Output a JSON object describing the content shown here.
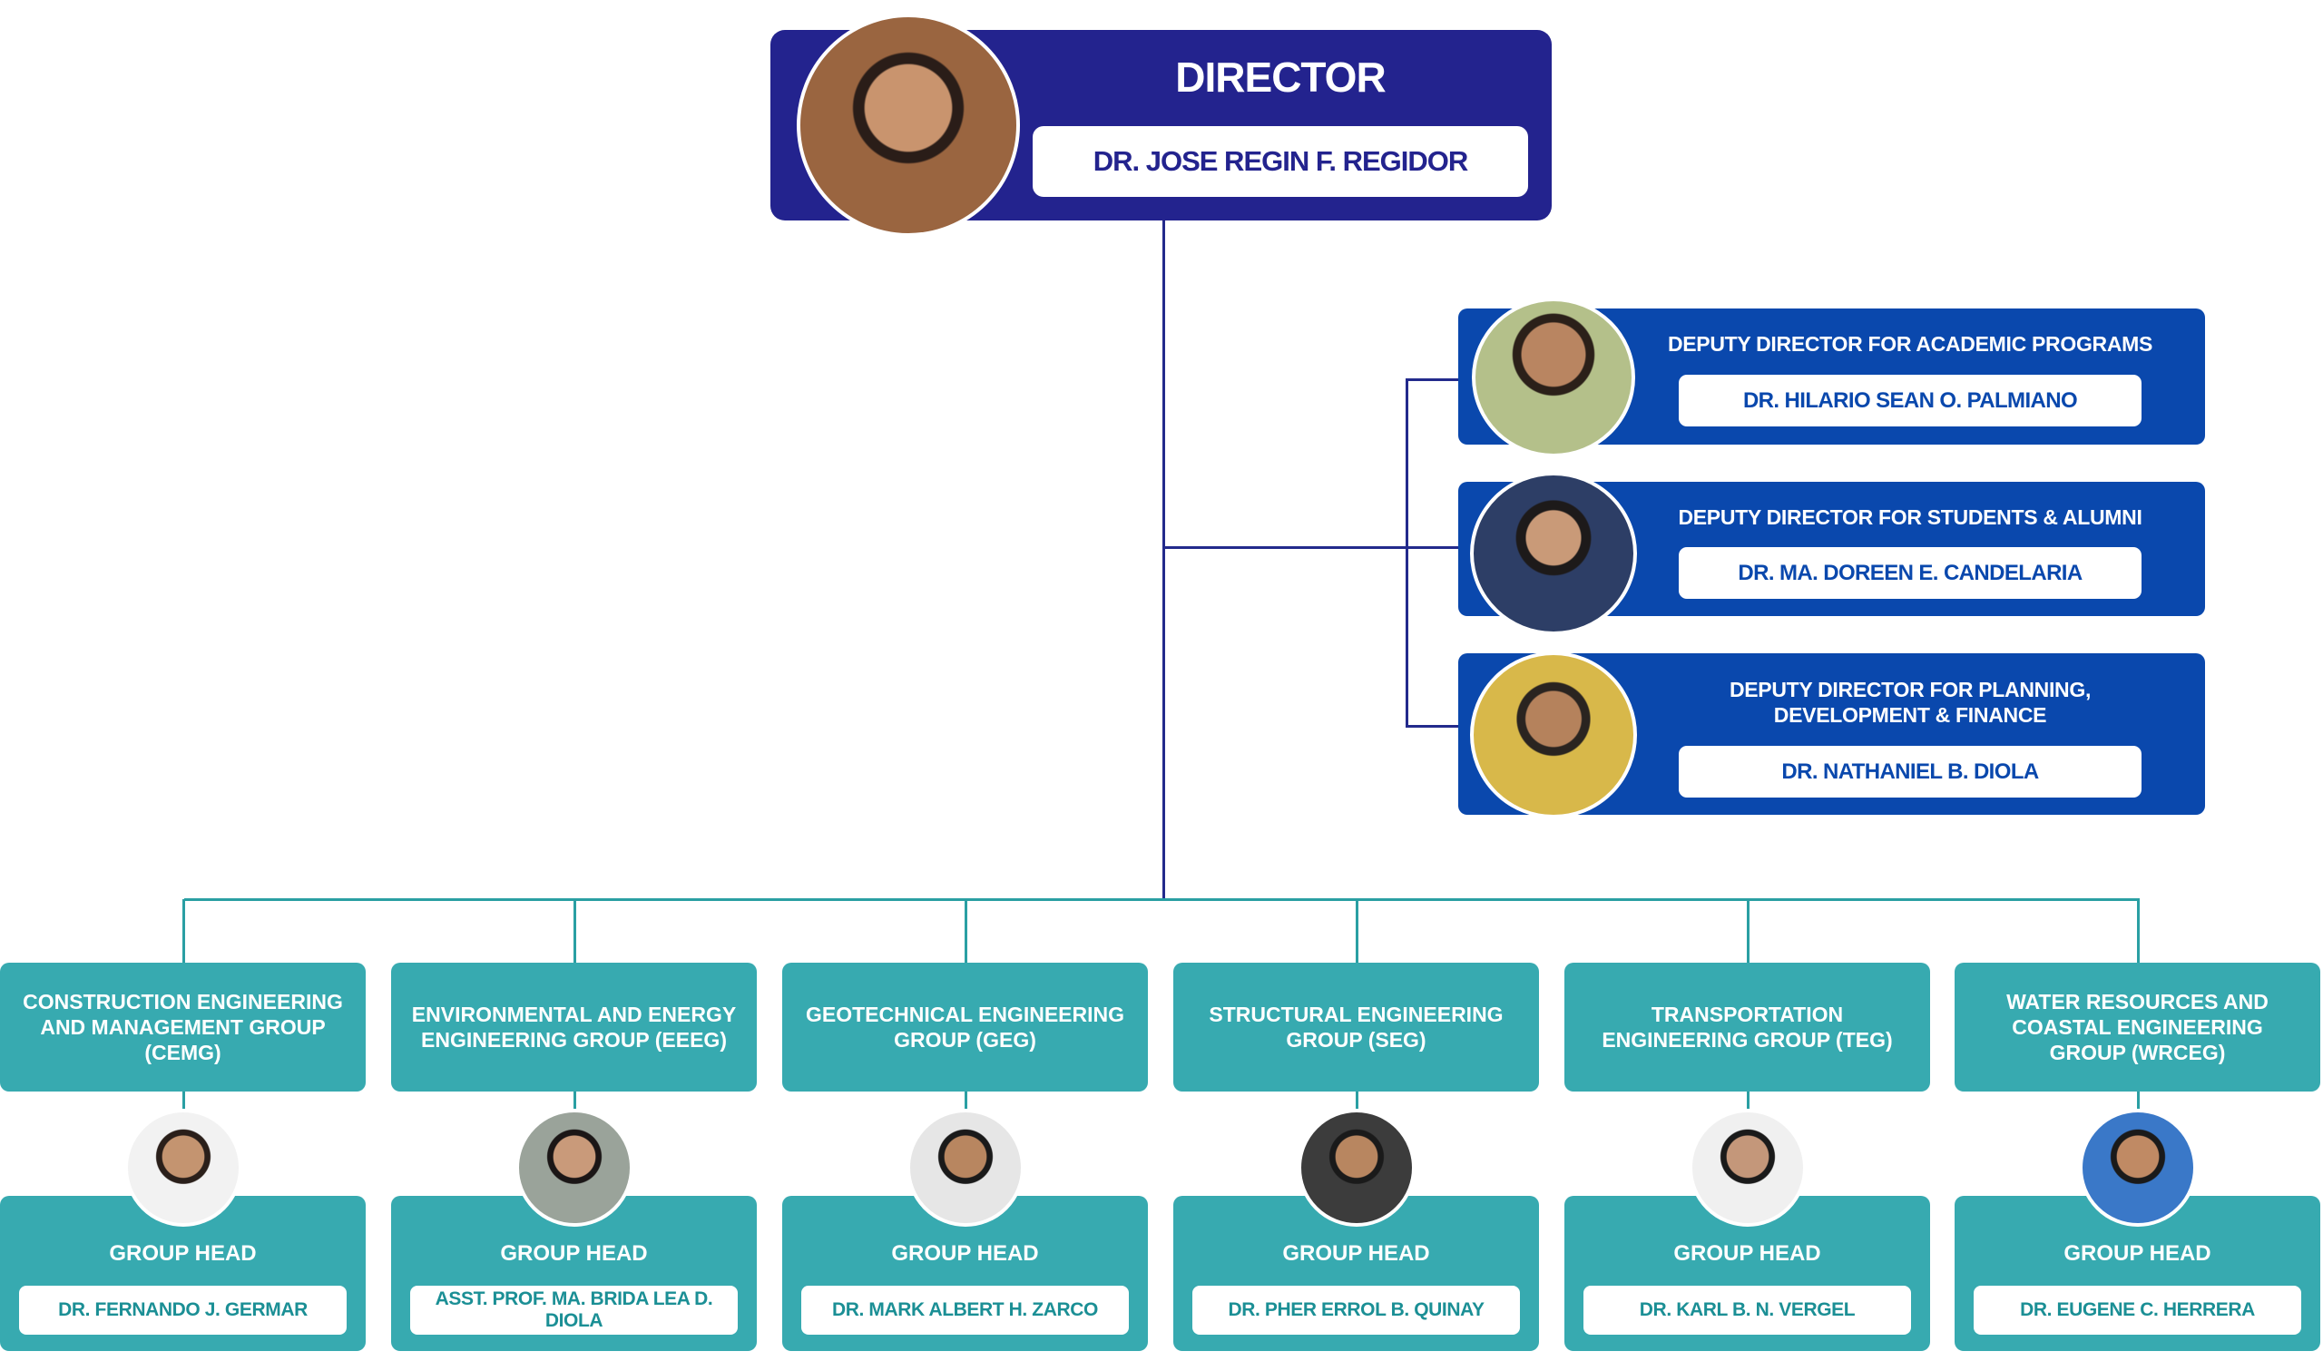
{
  "director": {
    "title": "DIRECTOR",
    "name": "DR. JOSE REGIN F. REGIDOR"
  },
  "deputies": [
    {
      "title": "DEPUTY DIRECTOR FOR ACADEMIC PROGRAMS",
      "name": "DR. HILARIO SEAN O. PALMIANO"
    },
    {
      "title": "DEPUTY DIRECTOR FOR STUDENTS & ALUMNI",
      "name": "DR. MA. DOREEN E. CANDELARIA"
    },
    {
      "title": "DEPUTY DIRECTOR FOR PLANNING, DEVELOPMENT & FINANCE",
      "name": "DR. NATHANIEL B. DIOLA"
    }
  ],
  "groups": [
    {
      "name": "CONSTRUCTION ENGINEERING AND MANAGEMENT GROUP (CEMG)",
      "head_label": "GROUP HEAD",
      "head": "DR. FERNANDO J. GERMAR"
    },
    {
      "name": "ENVIRONMENTAL AND ENERGY ENGINEERING GROUP (EEEG)",
      "head_label": "GROUP HEAD",
      "head": "ASST. PROF. MA. BRIDA LEA D. DIOLA"
    },
    {
      "name": "GEOTECHNICAL ENGINEERING GROUP (GEG)",
      "head_label": "GROUP HEAD",
      "head": "DR. MARK ALBERT H. ZARCO"
    },
    {
      "name": "STRUCTURAL ENGINEERING GROUP (SEG)",
      "head_label": "GROUP HEAD",
      "head": "DR. PHER ERROL B. QUINAY"
    },
    {
      "name": "TRANSPORTATION ENGINEERING GROUP (TEG)",
      "head_label": "GROUP HEAD",
      "head": "DR. KARL B. N. VERGEL"
    },
    {
      "name": "WATER RESOURCES AND COASTAL ENGINEERING GROUP (WRCEG)",
      "head_label": "GROUP HEAD",
      "head": "DR. EUGENE C. HERRERA"
    }
  ],
  "colors": {
    "director": "#23238e",
    "deputy": "#0a48ad",
    "group": "#37aab0",
    "teal_line": "#2a9fa3"
  }
}
